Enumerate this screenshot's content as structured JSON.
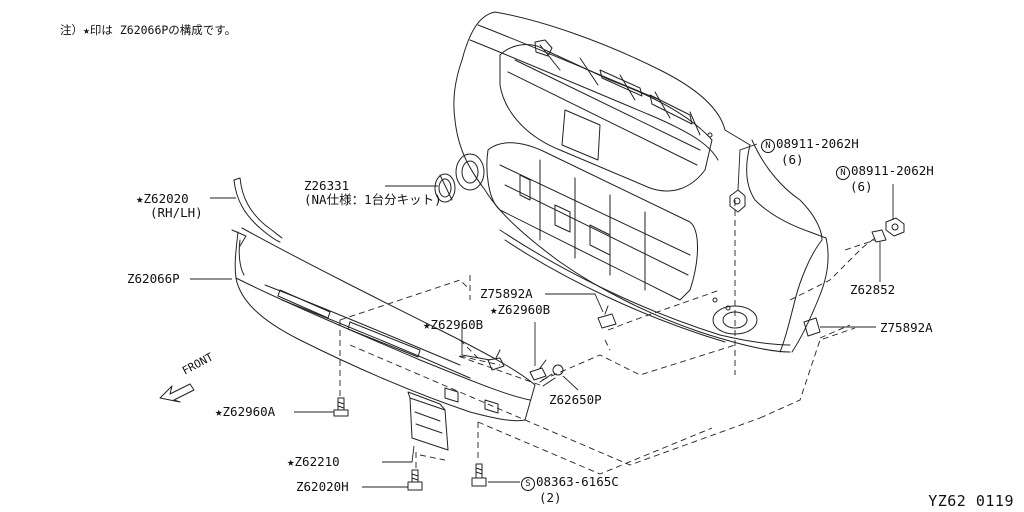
{
  "note": "注）★印は Z62066Pの構成です。",
  "diagram_code": "YZ62 0119",
  "front_label": "FRONT",
  "parts": [
    {
      "id": "z62020",
      "star": true,
      "circle": "",
      "number": "Z62020",
      "sub": "(RH/LH)"
    },
    {
      "id": "z26331",
      "star": false,
      "circle": "",
      "number": "Z26331",
      "sub": "(NA仕様：1台分キット)"
    },
    {
      "id": "z62066p",
      "star": false,
      "circle": "",
      "number": "Z62066P",
      "sub": ""
    },
    {
      "id": "z75892a-upper",
      "star": false,
      "circle": "",
      "number": "Z75892A",
      "sub": ""
    },
    {
      "id": "z62960b-right",
      "star": true,
      "circle": "",
      "number": "Z62960B",
      "sub": ""
    },
    {
      "id": "z62960b-left",
      "star": true,
      "circle": "",
      "number": "Z62960B",
      "sub": ""
    },
    {
      "id": "n08911-upper",
      "star": false,
      "circle": "N",
      "number": "08911-2062H",
      "sub": "(6)"
    },
    {
      "id": "n08911-right",
      "star": false,
      "circle": "N",
      "number": "08911-2062H",
      "sub": "(6)"
    },
    {
      "id": "z62852",
      "star": false,
      "circle": "",
      "number": "Z62852",
      "sub": ""
    },
    {
      "id": "z75892a-right",
      "star": false,
      "circle": "",
      "number": "Z75892A",
      "sub": ""
    },
    {
      "id": "z62650p",
      "star": false,
      "circle": "",
      "number": "Z62650P",
      "sub": ""
    },
    {
      "id": "z62960a",
      "star": true,
      "circle": "",
      "number": "Z62960A",
      "sub": ""
    },
    {
      "id": "z62210",
      "star": true,
      "circle": "",
      "number": "Z62210",
      "sub": ""
    },
    {
      "id": "z62020h",
      "star": false,
      "circle": "",
      "number": "Z62020H",
      "sub": ""
    },
    {
      "id": "s08363",
      "star": false,
      "circle": "S",
      "number": "08363-6165C",
      "sub": "(2)"
    }
  ],
  "icons": {
    "star": "star-icon",
    "circle_letter": "circled-letter-icon",
    "front_arrow": "front-arrow-icon"
  }
}
